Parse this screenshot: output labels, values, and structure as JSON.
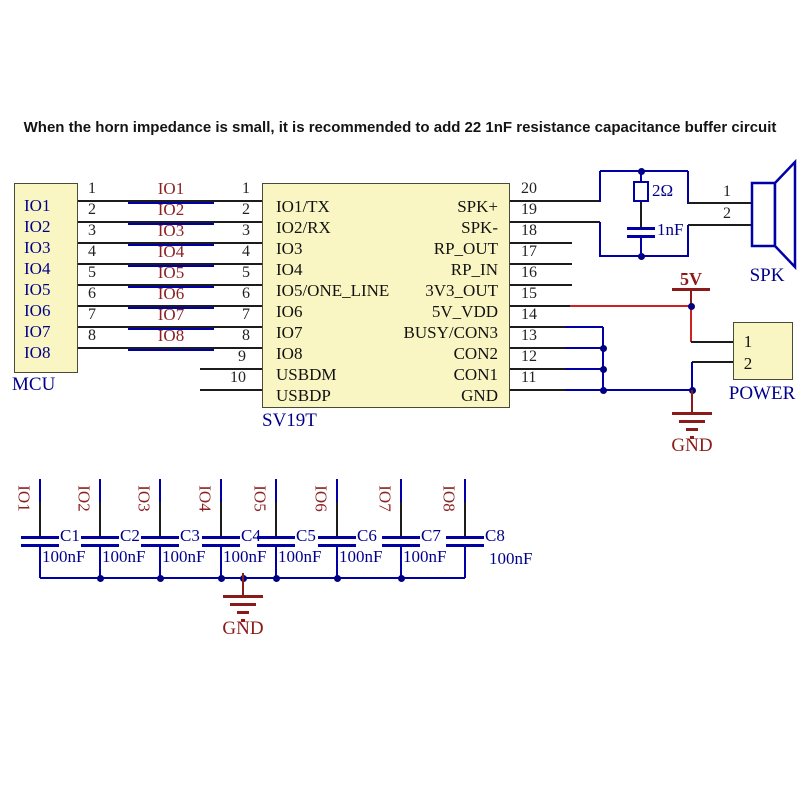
{
  "title": "When the horn impedance is small, it is recommended to add 22 1nF resistance capacitance buffer circuit",
  "colors": {
    "block_fill": "#FAF6C3",
    "block_border": "#4a4a38",
    "wire_black": "#1c1c1c",
    "wire_blue": "#0000A6",
    "wire_red": "#CC2222",
    "dark_red": "#8B1A1A",
    "net_red": "#8B2222",
    "navy": "#00008B",
    "number": "#222222",
    "junction": "#000080"
  },
  "mcu": {
    "label": "MCU",
    "pins": [
      "IO1",
      "IO2",
      "IO3",
      "IO4",
      "IO5",
      "IO6",
      "IO7",
      "IO8"
    ]
  },
  "nets": [
    "IO1",
    "IO2",
    "IO3",
    "IO4",
    "IO5",
    "IO6",
    "IO7",
    "IO8"
  ],
  "chip": {
    "label": "SV19T",
    "left": [
      {
        "num": "1",
        "name": "IO1/TX"
      },
      {
        "num": "2",
        "name": "IO2/RX"
      },
      {
        "num": "3",
        "name": "IO3"
      },
      {
        "num": "4",
        "name": "IO4"
      },
      {
        "num": "5",
        "name": "IO5/ONE_LINE"
      },
      {
        "num": "6",
        "name": "IO6"
      },
      {
        "num": "7",
        "name": "IO7"
      },
      {
        "num": "8",
        "name": "IO8"
      },
      {
        "num": "9",
        "name": "USBDM"
      },
      {
        "num": "10",
        "name": "USBDP"
      }
    ],
    "right": [
      {
        "num": "20",
        "name": "SPK+"
      },
      {
        "num": "19",
        "name": "SPK-"
      },
      {
        "num": "18",
        "name": "RP_OUT"
      },
      {
        "num": "17",
        "name": "RP_IN"
      },
      {
        "num": "16",
        "name": "3V3_OUT"
      },
      {
        "num": "15",
        "name": "5V_VDD"
      },
      {
        "num": "14",
        "name": "BUSY/CON3"
      },
      {
        "num": "13",
        "name": "CON2"
      },
      {
        "num": "12",
        "name": "CON1"
      },
      {
        "num": "11",
        "name": "GND"
      }
    ]
  },
  "buffer": {
    "resistor": "2Ω",
    "capacitor": "1nF"
  },
  "speaker": {
    "label": "SPK",
    "pins": [
      "1",
      "2"
    ]
  },
  "power": {
    "label": "POWER",
    "pins": [
      "1",
      "2"
    ]
  },
  "rails": {
    "v5": "5V",
    "gnd": "GND"
  },
  "decoupling": {
    "caps": [
      {
        "ref": "C1",
        "value": "100nF"
      },
      {
        "ref": "C2",
        "value": "100nF"
      },
      {
        "ref": "C3",
        "value": "100nF"
      },
      {
        "ref": "C4",
        "value": "100nF"
      },
      {
        "ref": "C5",
        "value": "100nF"
      },
      {
        "ref": "C6",
        "value": "100nF"
      },
      {
        "ref": "C7",
        "value": "100nF"
      },
      {
        "ref": "C8",
        "value": "100nF"
      }
    ]
  }
}
